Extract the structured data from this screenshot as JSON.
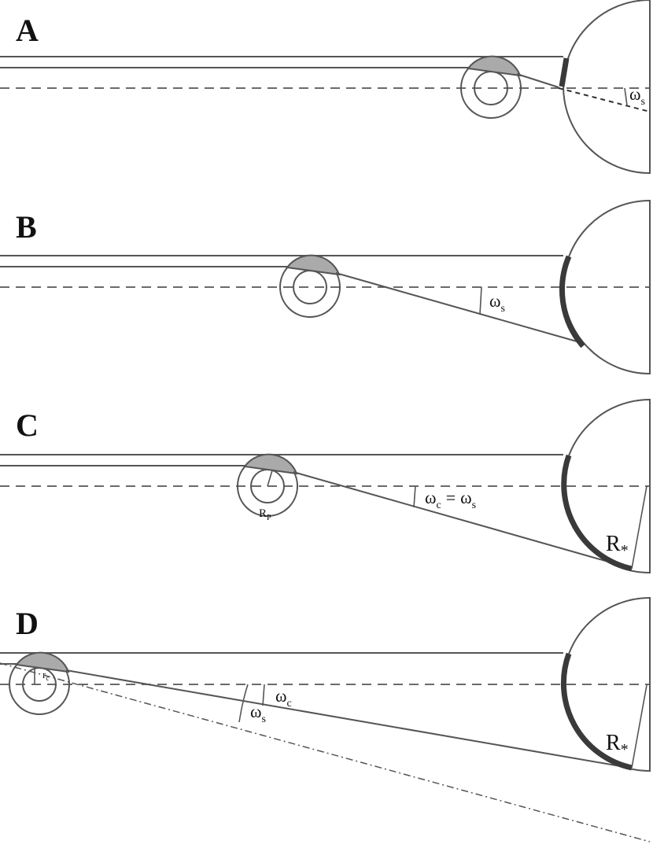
{
  "panels": [
    {
      "label": "A",
      "angle_label": "ω",
      "angle_sub": "s"
    },
    {
      "label": "B",
      "angle_label": "ω",
      "angle_sub": "s"
    },
    {
      "label": "C",
      "angle_label_c": "ω",
      "angle_sub_c": "c",
      "equals": "=",
      "angle_label_s": "ω",
      "angle_sub_s": "s",
      "planet_radius": "R",
      "planet_radius_sub": "P",
      "star_radius": "R",
      "star_radius_sub": "*"
    },
    {
      "label": "D",
      "angle_label_c": "ω",
      "angle_sub_c": "c",
      "angle_label_s": "ω",
      "angle_sub_s": "s",
      "core_radius": "r",
      "core_radius_sub": "c",
      "star_radius": "R",
      "star_radius_sub": "*"
    }
  ],
  "colors": {
    "line": "#555555",
    "arc": "#3a3a3a",
    "cap": "#aaaaaa"
  }
}
